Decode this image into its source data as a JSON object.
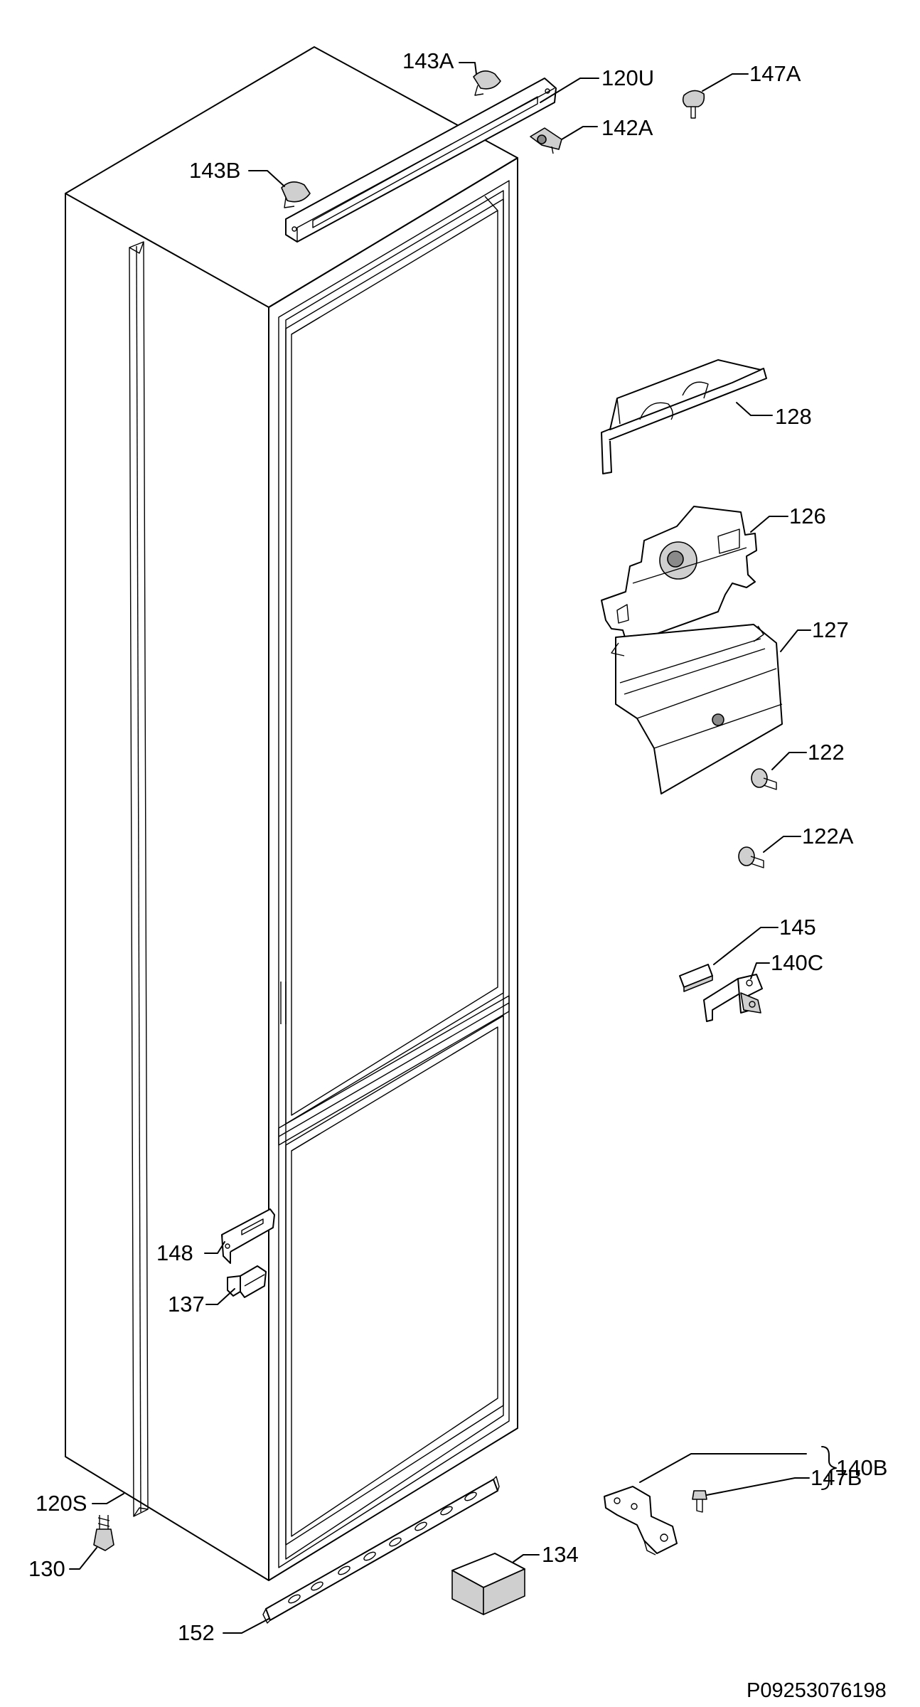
{
  "labels": {
    "l143A": "143A",
    "l120U": "120U",
    "l147A": "147A",
    "l142A": "142A",
    "l143B": "143B",
    "l128": "128",
    "l126": "126",
    "l127": "127",
    "l122": "122",
    "l122A": "122A",
    "l145": "145",
    "l140C": "140C",
    "l148": "148",
    "l137": "137",
    "l147B": "147B",
    "l140B": "140B",
    "l120S": "120S",
    "l130": "130",
    "l134": "134",
    "l152": "152"
  },
  "drawing_code": "P09253076198"
}
